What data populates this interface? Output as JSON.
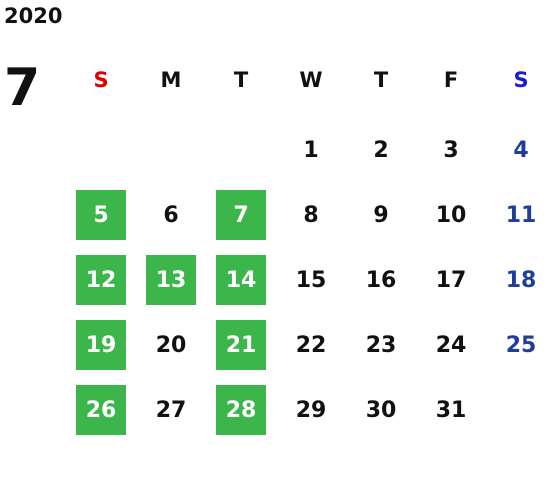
{
  "calendar": {
    "year": "2020",
    "month": "7",
    "weekday_headers": [
      "S",
      "M",
      "T",
      "W",
      "T",
      "F",
      "S"
    ],
    "colors": {
      "sunday_header": "#e00000",
      "saturday": "#1f3e9c",
      "text": "#111111",
      "highlight_bg": "#3cb54a",
      "highlight_text": "#ffffff"
    },
    "weeks": [
      [
        "",
        "",
        "",
        "1",
        "2",
        "3",
        "4"
      ],
      [
        "5",
        "6",
        "7",
        "8",
        "9",
        "10",
        "11"
      ],
      [
        "12",
        "13",
        "14",
        "15",
        "16",
        "17",
        "18"
      ],
      [
        "19",
        "20",
        "21",
        "22",
        "23",
        "24",
        "25"
      ],
      [
        "26",
        "27",
        "28",
        "29",
        "30",
        "31",
        ""
      ]
    ],
    "highlighted_days": [
      "5",
      "7",
      "12",
      "13",
      "14",
      "19",
      "21",
      "26",
      "28"
    ]
  }
}
